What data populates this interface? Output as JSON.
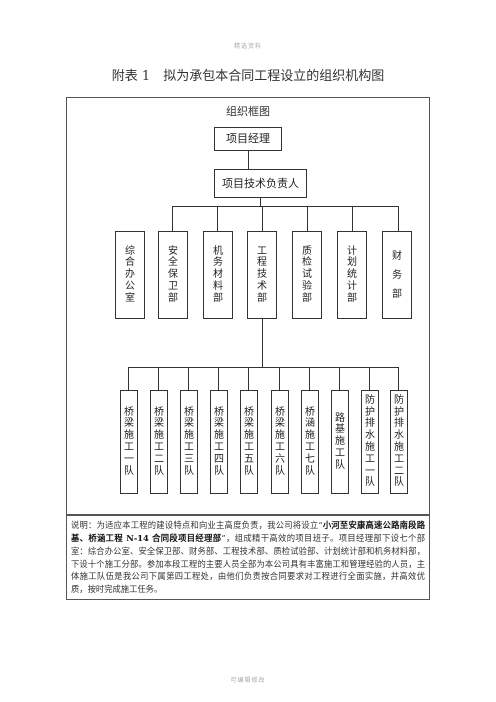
{
  "header": {
    "watermark": "精选资料"
  },
  "caption": {
    "title": "附表 1　拟为承包本合同工程设立的组织机构图"
  },
  "chart": {
    "title": "组织框图",
    "top_node": "项目经理",
    "second_node": "项目技术负责人",
    "departments": [
      "综合办公室",
      "安全保卫部",
      "机务材料部",
      "工程技术部",
      "质检试验部",
      "计划统计部",
      "财务部"
    ],
    "teams": [
      "桥梁施工一队",
      "桥梁施工二队",
      "桥梁施工三队",
      "桥梁施工四队",
      "桥梁施工五队",
      "桥梁施工六队",
      "桥涵施工七队",
      "路基施工队",
      "防护排水施工一队",
      "防护排水施工二队"
    ]
  },
  "note": {
    "prefix": "说明：为适应本工程的建设特点和向业主高度负责，我公司将设立“",
    "bold": "小河至安康高速公路南段路基、桥涵工程 N-14 合同段项目经理部",
    "suffix": "”，组成精干高效的项目班子。项目经理部下设七个部室：综合办公室、安全保卫部、财务部、工程技术部、质检试验部、计划统计部和机务材料部，下设十个施工分部。参加本段工程的主要人员全部为本公司具有丰富施工和管理经验的人员，主体施工队伍是我公司下属第四工程处，由他们负责按合同要求对工程进行全面实施，并高效优质，按时完成施工任务。"
  },
  "footer": {
    "watermark": "可编辑修改"
  }
}
